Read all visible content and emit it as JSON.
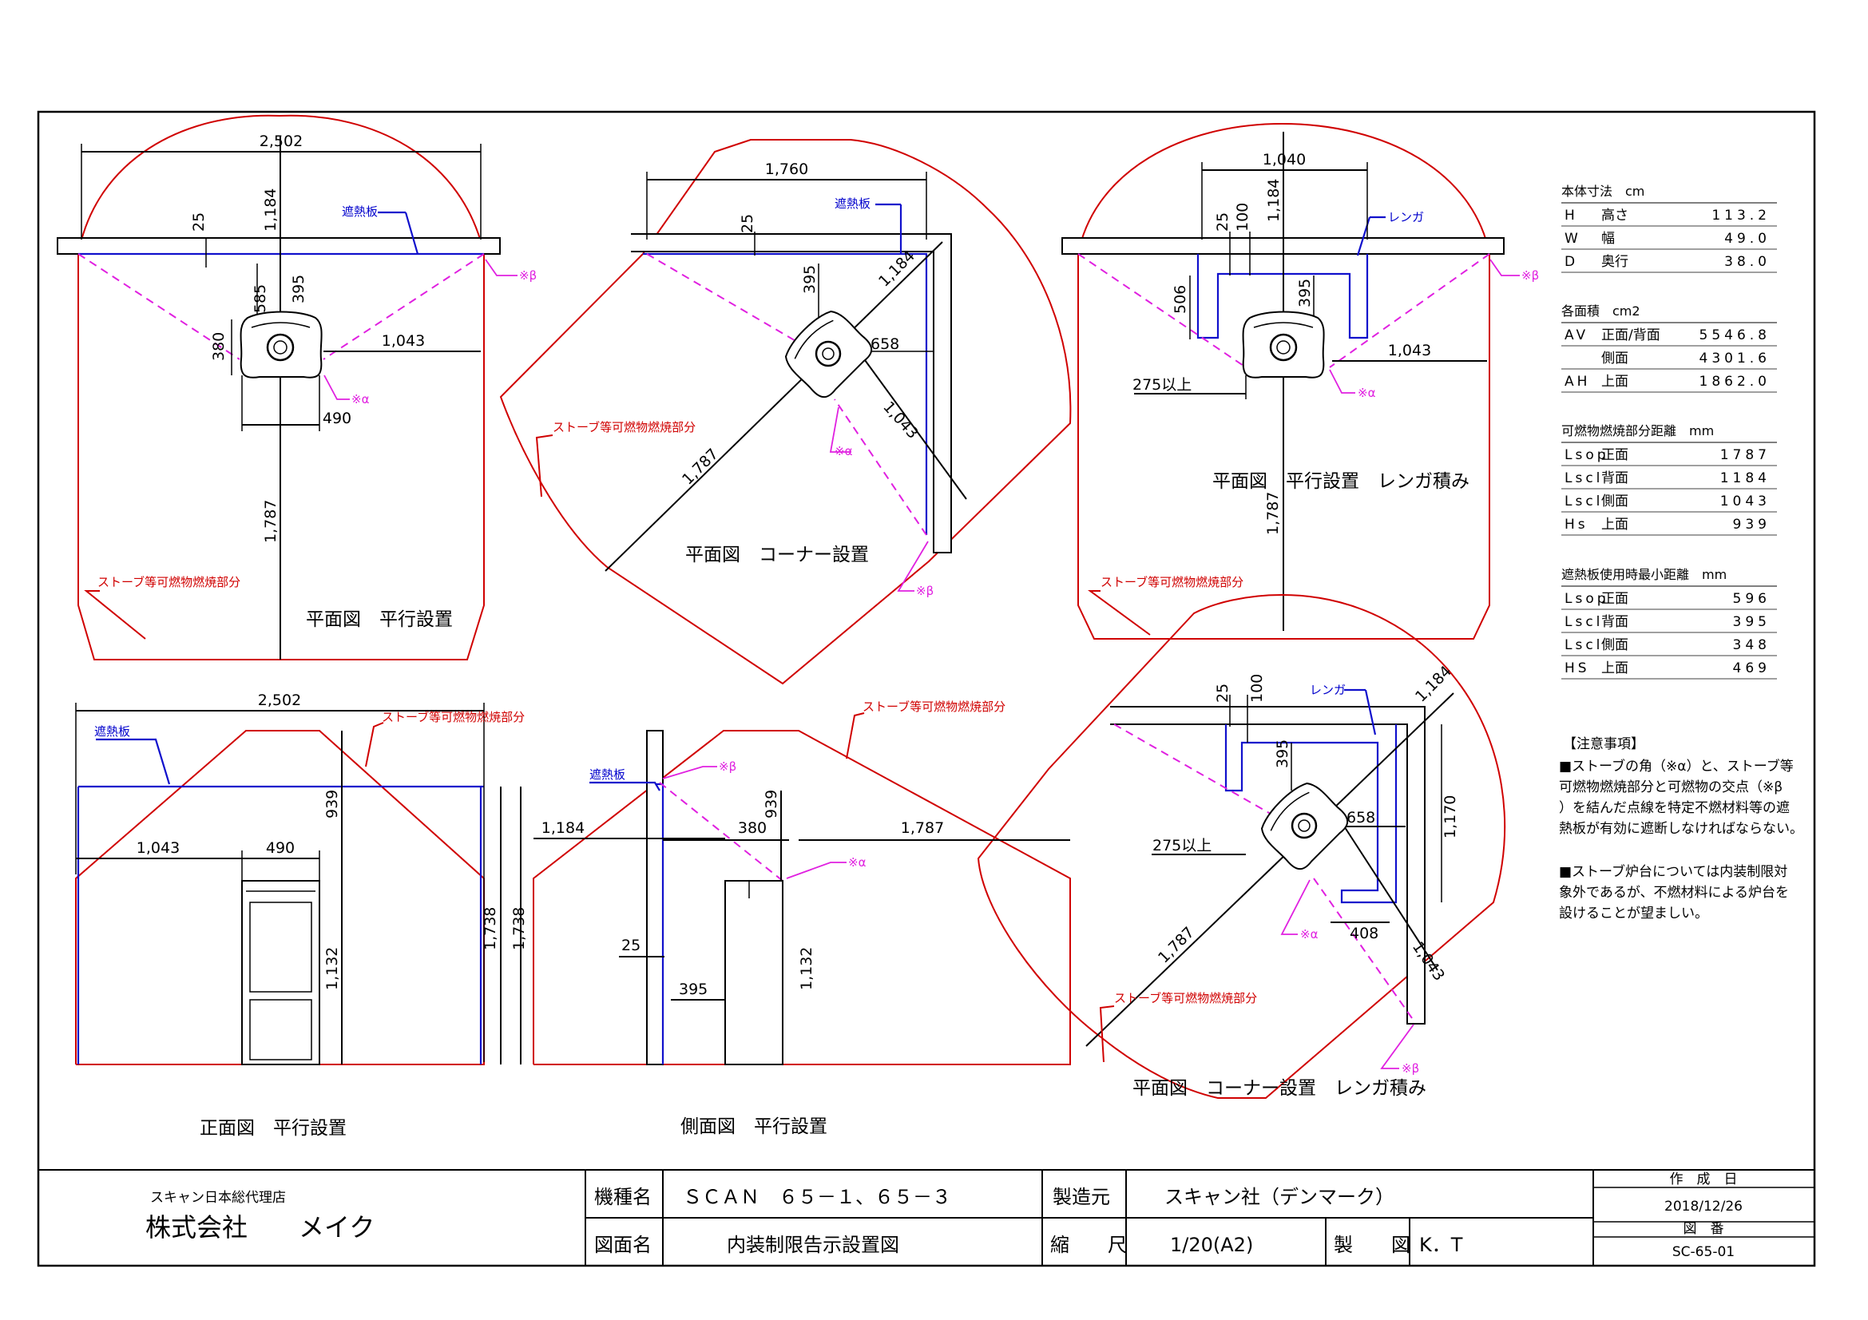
{
  "dims": {
    "d2502": "2,502",
    "d1184": "1,184",
    "d25": "25",
    "d395": "395",
    "d585": "585",
    "d380": "380",
    "d1043": "1,043",
    "d490": "490",
    "d1787": "1,787",
    "d1760": "1,760",
    "d658": "658",
    "d1040": "1,040",
    "d100": "100",
    "d506": "506",
    "d275": "275以上",
    "d939": "939",
    "d1738": "1,738",
    "d1132": "1,132",
    "d1170": "1,170",
    "d408": "408"
  },
  "labels": {
    "shield": "遮熱板",
    "brick": "レンガ",
    "combustible": "ストーブ等可燃物燃焼部分",
    "alpha": "※α",
    "beta": "※β"
  },
  "captions": {
    "plan_parallel": "平面図　平行設置",
    "plan_corner": "平面図　コーナー設置",
    "plan_parallel_brick": "平面図　平行設置　レンガ積み",
    "plan_corner_brick": "平面図　コーナー設置　レンガ積み",
    "front_parallel": "正面図　平行設置",
    "side_parallel": "側面図　平行設置"
  },
  "specs": {
    "body": {
      "title": "本体寸法　cm",
      "rows": [
        {
          "k": "H",
          "l": "高さ",
          "v": "113.2"
        },
        {
          "k": "W",
          "l": "幅",
          "v": "49.0"
        },
        {
          "k": "D",
          "l": "奥行",
          "v": "38.0"
        }
      ]
    },
    "area": {
      "title": "各面積　cm2",
      "rows": [
        {
          "k": "AV",
          "l": "正面/背面",
          "v": "5546.8"
        },
        {
          "k": "",
          "l": "側面",
          "v": "4301.6"
        },
        {
          "k": "AH",
          "l": "上面",
          "v": "1862.0"
        }
      ]
    },
    "dist": {
      "title": "可燃物燃焼部分距離　mm",
      "rows": [
        {
          "k": "Lsop",
          "l": "正面",
          "v": "1787"
        },
        {
          "k": "Lscl",
          "l": "背面",
          "v": "1184"
        },
        {
          "k": "Lscl",
          "l": "側面",
          "v": "1043"
        },
        {
          "k": "Hs",
          "l": "上面",
          "v": "939"
        }
      ]
    },
    "shielddist": {
      "title": "遮熱板使用時最小距離　mm",
      "rows": [
        {
          "k": "Lsop",
          "l": "正面",
          "v": "596"
        },
        {
          "k": "Lscl",
          "l": "背面",
          "v": "395"
        },
        {
          "k": "Lscl",
          "l": "側面",
          "v": "348"
        },
        {
          "k": "HS",
          "l": "上面",
          "v": "469"
        }
      ]
    }
  },
  "notes": {
    "title": "【注意事項】",
    "lines": [
      "■ストーブの角（※α）と、ストーブ等",
      "可燃物燃焼部分と可燃物の交点（※β",
      "）を結んだ点線を特定不燃材料等の遮",
      "熱板が有効に遮断しなければならない。",
      "",
      "■ストーブ炉台については内装制限対",
      "象外であるが、不燃材料による炉台を",
      "設けることが望ましい。"
    ]
  },
  "titleblock": {
    "dealer": "スキャン日本総代理店",
    "company": "株式会社　　メイク",
    "model_label": "機種名",
    "model": "ＳＣＡＮ　６５－１、６５－３",
    "maker_label": "製造元",
    "maker": "スキャン社（デンマーク）",
    "date_label": "作　成　日",
    "date": "2018/12/26",
    "drawing_label": "図面名",
    "drawing": "内装制限告示設置図",
    "scale_label": "縮　　尺",
    "scale": "1/20(A2)",
    "drafter_label": "製　　図",
    "drafter": "K．T",
    "number_label": "図　番",
    "number": "SC-65-01"
  }
}
